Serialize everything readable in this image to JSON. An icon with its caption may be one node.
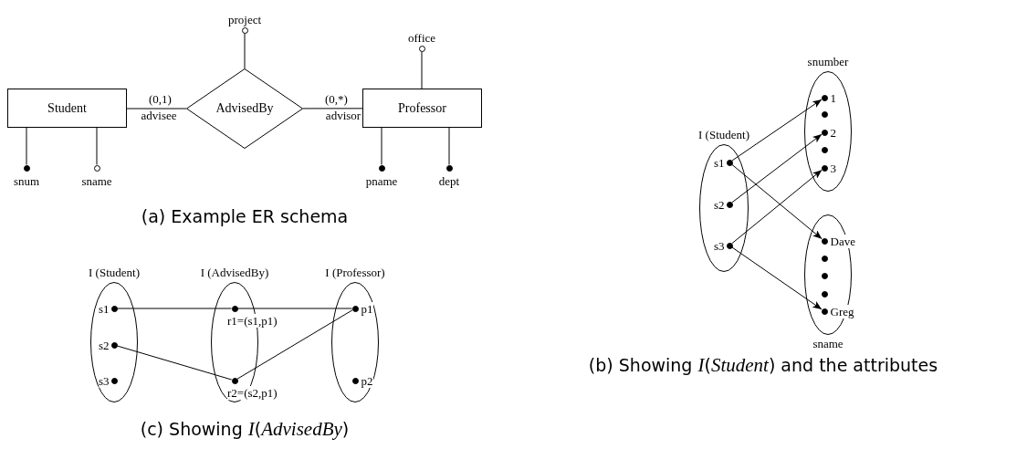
{
  "diagram": {
    "nodes": [
      {
        "text": [
          "Student"
        ]
      },
      {
        "text": [
          "AdvisedBy"
        ]
      },
      {
        "text": [
          "Professor"
        ]
      },
      {
        "text": [],
        "shape": "circle",
        "beside": [
          "project"
        ]
      },
      {
        "text": [],
        "shape": "circle",
        "beside": [
          "office"
        ]
      },
      {
        "text": [],
        "shape": "dot",
        "beside": [
          "snum"
        ]
      },
      {
        "text": [],
        "shape": "circle",
        "beside": [
          "sname"
        ]
      },
      {
        "text": [],
        "shape": "dot",
        "beside": [
          "pname"
        ]
      },
      {
        "text": [],
        "shape": "dot",
        "beside": [
          "dept"
        ]
      },
      {
        "text": [
          "I (Student)"
        ]
      },
      {
        "text": [],
        "shape": "dot",
        "beside": [
          "s1"
        ],
        "in": 9
      },
      {
        "text": [],
        "shape": "dot",
        "beside": [
          "s2"
        ],
        "in": 9
      },
      {
        "text": [],
        "shape": "dot",
        "beside": [
          "s3"
        ],
        "in": 9
      },
      {
        "text": [
          "snumber"
        ]
      },
      {
        "text": [],
        "shape": "dot",
        "beside": [
          "1"
        ],
        "in": 13
      },
      {
        "text": [],
        "shape": "dot",
        "in": 13
      },
      {
        "text": [],
        "shape": "dot",
        "beside": [
          "2"
        ],
        "in": 13
      },
      {
        "text": [],
        "shape": "dot",
        "in": 13
      },
      {
        "text": [],
        "shape": "dot",
        "beside": [
          "3"
        ],
        "in": 13
      },
      {
        "text": [
          "sname"
        ]
      },
      {
        "text": [],
        "shape": "dot",
        "beside": [
          "Dave"
        ],
        "in": 19
      },
      {
        "text": [],
        "shape": "dot",
        "in": 19
      },
      {
        "text": [],
        "shape": "dot",
        "in": 19
      },
      {
        "text": [],
        "shape": "dot",
        "in": 19
      },
      {
        "text": [],
        "shape": "dot",
        "beside": [
          "Greg"
        ],
        "in": 19
      },
      {
        "text": [
          "I (Student)"
        ]
      },
      {
        "text": [],
        "shape": "dot",
        "beside": [
          "s1"
        ],
        "in": 25
      },
      {
        "text": [],
        "shape": "dot",
        "beside": [
          "s2"
        ],
        "in": 25
      },
      {
        "text": [],
        "shape": "dot",
        "beside": [
          "s3"
        ],
        "in": 25
      },
      {
        "text": [
          "I (AdvisedBy)"
        ]
      },
      {
        "text": [],
        "shape": "dot",
        "beside": [
          "r1=(s1,p1)"
        ],
        "in": 29
      },
      {
        "text": [],
        "shape": "dot",
        "beside": [
          "r2=(s2,p1)"
        ],
        "in": 29
      },
      {
        "text": [
          "I (Professor)"
        ]
      },
      {
        "text": [],
        "shape": "dot",
        "beside": [
          "p1"
        ],
        "in": 32
      },
      {
        "text": [],
        "shape": "dot",
        "beside": [
          "p2"
        ],
        "in": 32
      }
    ],
    "edges": [
      {
        "from": 0,
        "to": 1,
        "arrow": "none",
        "label": "(0,1)"
      },
      {
        "from": 1,
        "to": 2,
        "arrow": "none",
        "label": "(0,*)"
      },
      {
        "from": 1,
        "to": 3,
        "arrow": "none"
      },
      {
        "from": 2,
        "to": 4,
        "arrow": "none"
      },
      {
        "from": 0,
        "to": 5,
        "arrow": "none"
      },
      {
        "from": 0,
        "to": 6,
        "arrow": "none"
      },
      {
        "from": 2,
        "to": 7,
        "arrow": "none"
      },
      {
        "from": 2,
        "to": 8,
        "arrow": "none"
      },
      {
        "from": 10,
        "to": 14,
        "arrow": "to"
      },
      {
        "from": 11,
        "to": 16,
        "arrow": "to"
      },
      {
        "from": 12,
        "to": 18,
        "arrow": "to"
      },
      {
        "from": 10,
        "to": 20,
        "arrow": "to"
      },
      {
        "from": 12,
        "to": 24,
        "arrow": "to"
      },
      {
        "from": 26,
        "to": 30,
        "arrow": "none"
      },
      {
        "from": 30,
        "to": 33,
        "arrow": "none"
      },
      {
        "from": 27,
        "to": 31,
        "arrow": "none"
      },
      {
        "from": 31,
        "to": 33,
        "arrow": "none"
      }
    ],
    "labels": [
      "advisee",
      "advisor",
      "(a) Example ER schema",
      "(b) Showing *I*(*Student*) and the attributes",
      "(c) Showing *I*(*AdvisedBy*)"
    ]
  }
}
